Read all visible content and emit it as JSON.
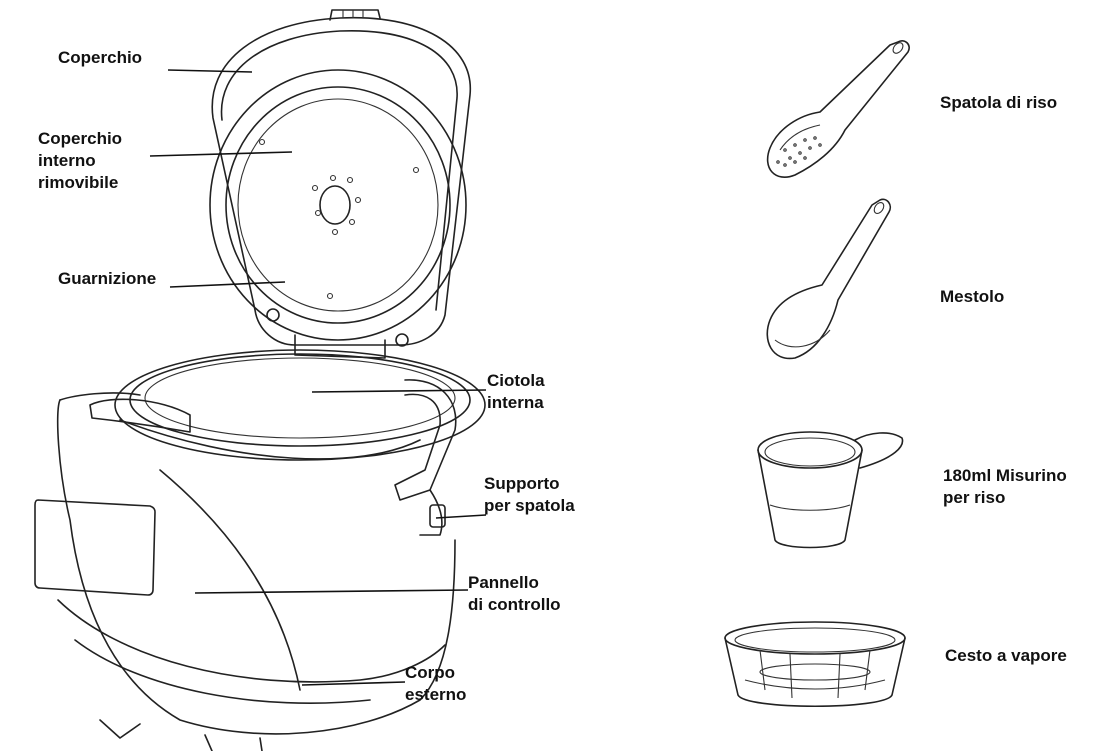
{
  "parts": {
    "lid": "Coperchio",
    "inner_lid": [
      "Coperchio",
      "interno",
      "rimovibile"
    ],
    "gasket": "Guarnizione",
    "inner_bowl": [
      "Ciotola",
      "interna"
    ],
    "spatula_holder": [
      "Supporto",
      "per spatola"
    ],
    "control_panel": [
      "Pannello",
      "di controllo"
    ],
    "outer_body": [
      "Corpo",
      "esterno"
    ]
  },
  "accessories": {
    "rice_spatula": "Spatola di riso",
    "ladle": "Mestolo",
    "measuring_cup": [
      "180ml Misurino",
      "per riso"
    ],
    "steam_basket": "Cesto a vapore"
  }
}
